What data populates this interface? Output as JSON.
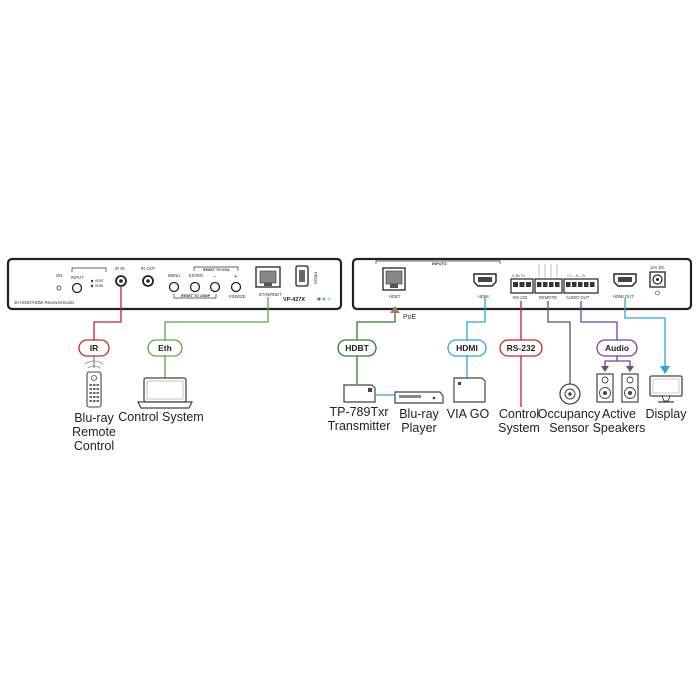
{
  "front_panel": {
    "model_desc": "4K HDBT/HDMI Receiver/Scaler",
    "on": "ON",
    "input": "INPUT",
    "hdbt": "HDBT",
    "hdmi": "HDMI",
    "ir_in": "IR IN",
    "ir_out": "IR OUT",
    "menu": "MENU",
    "enter": "ENTER",
    "minus": "–",
    "plus": "+",
    "reset_vga": "RESET TO VGA",
    "reset_1080p": "RESET TO 1080P",
    "freeze": "FREEZE",
    "ethernet": "ETHERNET",
    "prog": "PROG",
    "model": "VP-427X"
  },
  "rear_panel": {
    "inputs": "INPUTS",
    "hdbt": "HDBT",
    "hdmi": "HDMI",
    "rs232": "RS-232",
    "rs232_pins": "G  Rx  Tx",
    "remote": "REMOTE",
    "audio_out": "AUDIO OUT",
    "hdmi_out": "HDMI OUT",
    "power": "12V DC",
    "poe": "PoE"
  },
  "tags": {
    "ir": "IR",
    "eth": "Eth",
    "hdbt": "HDBT",
    "hdmi": "HDMI",
    "rs232": "RS-232",
    "audio": "Audio"
  },
  "devices": {
    "remote": [
      "Blu-ray",
      "Remote",
      "Control"
    ],
    "control_system": "Control System",
    "transmitter": [
      "TP-789Txr",
      "Transmitter"
    ],
    "bluray_player": [
      "Blu-ray",
      "Player"
    ],
    "via_go": "VIA GO",
    "control_system_2": [
      "Control",
      "System"
    ],
    "occupancy": [
      "Occupancy",
      "Sensor"
    ],
    "speakers": [
      "Active",
      "Speakers"
    ],
    "display": "Display"
  },
  "colors": {
    "ir": "#c0272d",
    "eth": "#5aa63c",
    "hdbt": "#2e7d32",
    "hdmi": "#29a8d6",
    "rs232": "#c0272d",
    "audio": "#7b3f98",
    "remote": "#888888",
    "poe": "#a47a5a",
    "display": "#29a8d6"
  }
}
